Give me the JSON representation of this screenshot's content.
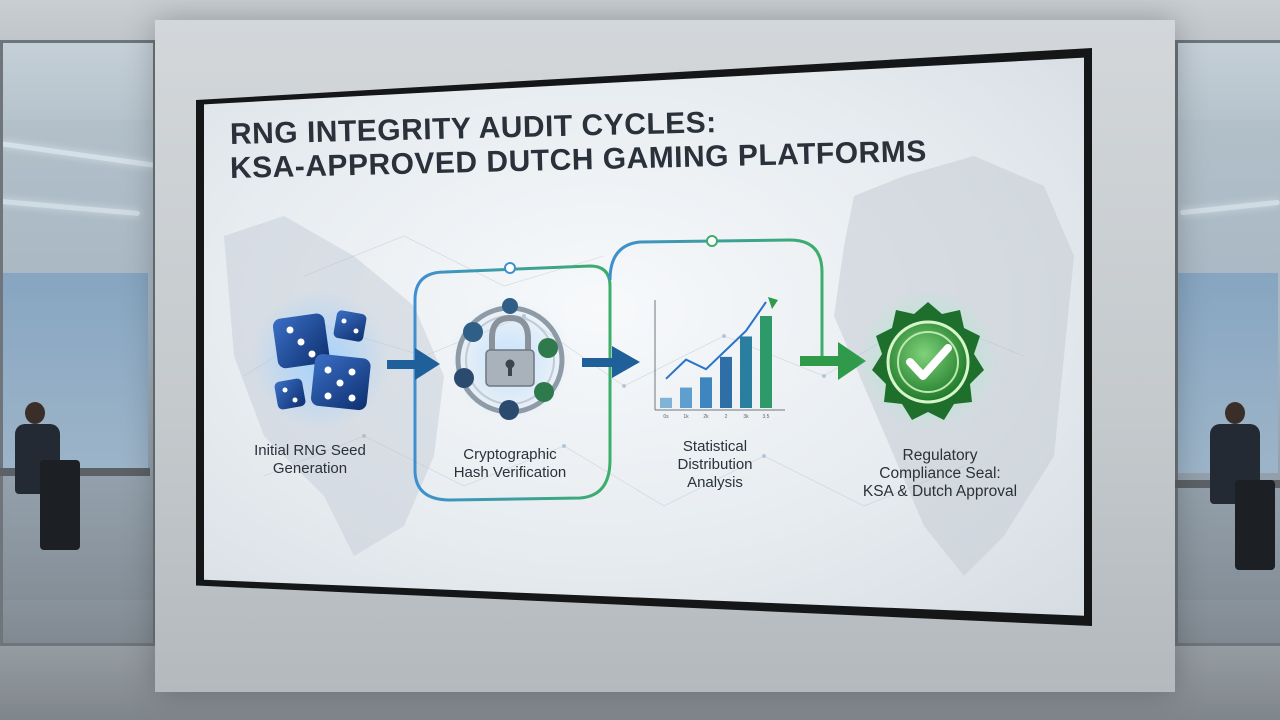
{
  "title": {
    "line1": "RNG INTEGRITY AUDIT CYCLES:",
    "line2": "KSA-APPROVED DUTCH GAMING PLATFORMS"
  },
  "steps": [
    {
      "line1": "Initial RNG Seed",
      "line2": "Generation",
      "icon": "dice-icon"
    },
    {
      "line1": "Cryptographic",
      "line2": "Hash Verification",
      "icon": "padlock-icon"
    },
    {
      "line1": "Statistical",
      "line2": "Distribution",
      "line3": "Analysis",
      "icon": "bar-chart-icon"
    },
    {
      "line1": "Regulatory",
      "line2": "Compliance Seal:",
      "line3": "KSA & Dutch Approval",
      "icon": "check-seal-icon"
    }
  ],
  "mini_chart": {
    "values": [
      1,
      2,
      3,
      5,
      7,
      9
    ],
    "trend": [
      2,
      4,
      3,
      5,
      7,
      10
    ],
    "tick_labels": [
      "0s",
      "1k",
      "2k",
      "2",
      "3k",
      "3.5"
    ]
  },
  "colors": {
    "arrow_blue": "#1f5f9a",
    "arrow_green": "#2e9a4a",
    "loop_blue": "#3f8fd0",
    "loop_green": "#3cae6a",
    "seal_green": "#2f9b3f",
    "title": "#2a313a"
  }
}
